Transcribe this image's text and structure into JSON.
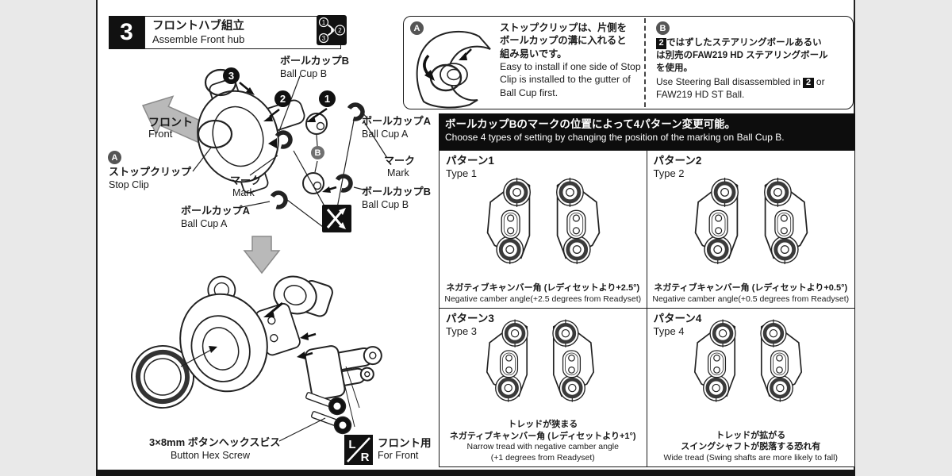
{
  "step_header": {
    "number": "3",
    "title_jp": "フロントハブ組立",
    "title_en": "Assemble Front hub"
  },
  "order_icon": {
    "n1": "1",
    "n2": "2",
    "n3": "3"
  },
  "note_a": {
    "marker": "A",
    "jp_lines": [
      "ストップクリップは、片側を",
      "ボールカップの溝に入れると",
      "組み易いです。"
    ],
    "en_lines": [
      "Easy to install if one side of Stop",
      "Clip is installed to the gutter of",
      "Ball Cup first."
    ]
  },
  "note_b": {
    "marker": "B",
    "step_ref": "2",
    "jp_line1": "ではずしたステアリングボールあるい",
    "jp_line2": "は別売のFAW219 HD ステアリングボール",
    "jp_line3": "を使用。",
    "en_seg1": "Use Steering Ball disassembled in",
    "en_seg2": "or",
    "en_line2": "FAW219 HD ST Ball."
  },
  "banner": {
    "jp": "ボールカップBのマークの位置によって4パターン変更可能。",
    "en": "Choose 4 types of setting by changing the position of the marking on Ball Cup B."
  },
  "patterns": [
    {
      "title_jp": "パターン1",
      "title_en": "Type 1",
      "caption_jp": [
        "ネガティブキャンバー角 (レディセットより+2.5°)"
      ],
      "caption_en": [
        "Negative camber angle(+2.5 degrees from Readyset)"
      ]
    },
    {
      "title_jp": "パターン2",
      "title_en": "Type 2",
      "caption_jp": [
        "ネガティブキャンバー角 (レディセットより+0.5°)"
      ],
      "caption_en": [
        "Negative camber angle(+0.5 degrees from Readyset)"
      ]
    },
    {
      "title_jp": "パターン3",
      "title_en": "Type 3",
      "caption_jp": [
        "トレッドが狭まる",
        "ネガティブキャンバー角 (レディセットより+1°)"
      ],
      "caption_en": [
        "Narrow tread with negative camber angle",
        "(+1 degrees from Readyset)"
      ]
    },
    {
      "title_jp": "パターン4",
      "title_en": "Type 4",
      "caption_jp": [
        "トレッドが拡がる",
        "スイングシャフトが脱落する恐れ有"
      ],
      "caption_en": [
        "Wide tread (Swing shafts are more likely to fall)"
      ]
    }
  ],
  "diagram": {
    "front_jp": "フロント",
    "front_en": "Front",
    "marker_a": "A",
    "marker_b": "B",
    "num1": "1",
    "num2": "2",
    "num3": "3",
    "stop_clip_jp": "ストップクリップ",
    "stop_clip_en": "Stop Clip",
    "ball_cup_b_jp": "ボールカップB",
    "ball_cup_b_en": "Ball Cup B",
    "ball_cup_a_jp": "ボールカップA",
    "ball_cup_a_en": "Ball Cup A",
    "mark_jp": "マーク",
    "mark_en": "Mark",
    "screw_jp": "3×8mm ボタンヘックスビス",
    "screw_en": "Button Hex Screw",
    "lr_left": "L",
    "lr_right": "R",
    "for_front_jp": "フロント用",
    "for_front_en": "For Front"
  },
  "colors": {
    "ink": "#1a1a1a",
    "paper": "#ffffff",
    "margin": "#e9e9e9",
    "arrow_gray": "#b9b9b9"
  }
}
